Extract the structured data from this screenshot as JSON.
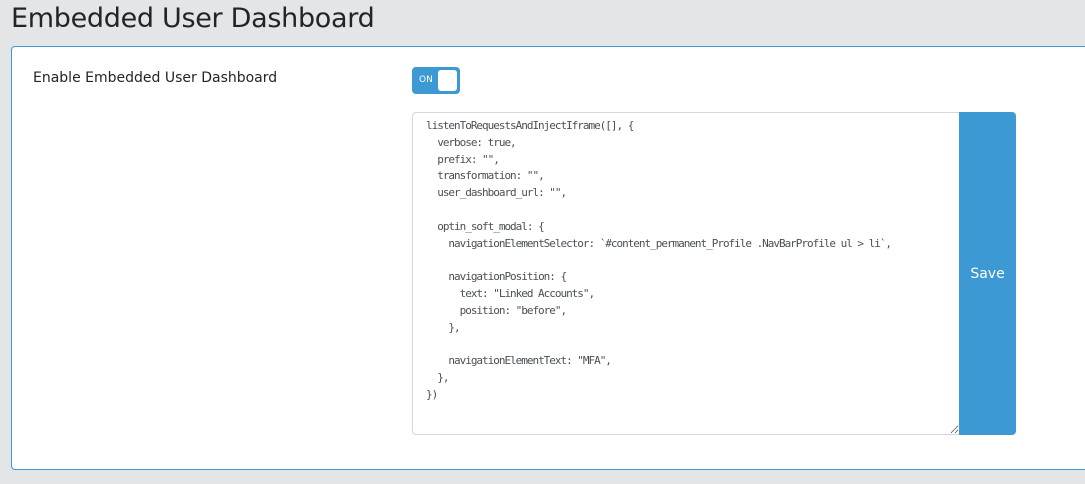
{
  "page": {
    "title": "Embedded User Dashboard"
  },
  "settings": {
    "enable_label": "Enable Embedded User Dashboard",
    "toggle": {
      "label": "ON",
      "state": true
    },
    "code": "listenToRequestsAndInjectIframe([], {\n  verbose: true,\n  prefix: \"\",\n  transformation: \"\",\n  user_dashboard_url: \"\",\n\n  optin_soft_modal: {\n    navigationElementSelector: `#content_permanent_Profile .NavBarProfile ul > li`,\n\n    navigationPosition: {\n      text: \"Linked Accounts\",\n      position: \"before\",\n    },\n\n    navigationElementText: \"MFA\",\n  },\n})",
    "save_label": "Save"
  },
  "colors": {
    "accent": "#3c99d3",
    "background": "#e4e5e7"
  }
}
